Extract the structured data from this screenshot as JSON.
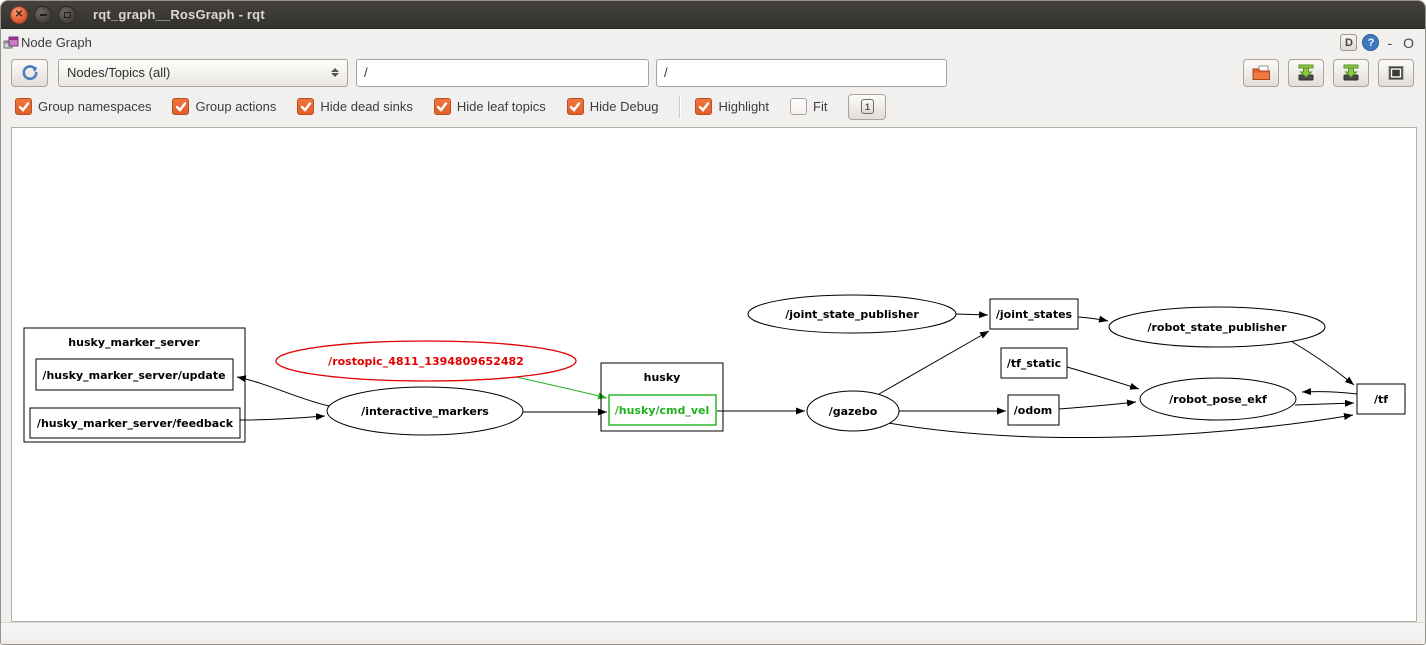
{
  "window": {
    "title": "rqt_graph__RosGraph - rqt"
  },
  "plugin": {
    "title": "Node Graph",
    "detach_label": "D",
    "help_label": "?",
    "minimize_label": "-",
    "close_label": "O"
  },
  "toolbar": {
    "graph_type_value": "Nodes/Topics (all)",
    "node_filter_value": "/",
    "topic_filter_value": "/",
    "fit_button_label": "1"
  },
  "options": [
    {
      "label": "Group namespaces",
      "checked": true
    },
    {
      "label": "Group actions",
      "checked": true
    },
    {
      "label": "Hide dead sinks",
      "checked": true
    },
    {
      "label": "Hide leaf topics",
      "checked": true
    },
    {
      "label": "Hide Debug",
      "checked": true
    },
    {
      "label": "Highlight",
      "checked": true
    },
    {
      "label": "Fit",
      "checked": false
    }
  ],
  "colors": {
    "checkbox_orange": "#e9652e",
    "error_red": "#e20000",
    "active_green": "#1faf1f",
    "help_blue": "#3d79bd",
    "titlebar_dark": "#3a3834"
  },
  "graph": {
    "nodes": {
      "husky_marker_server_group": "husky_marker_server",
      "update_topic": "/husky_marker_server/update",
      "feedback_topic": "/husky_marker_server/feedback",
      "interactive_markers": "/interactive_markers",
      "rostopic_node": "/rostopic_4811_1394809652482",
      "husky_group": "husky",
      "cmd_vel_topic": "/husky/cmd_vel",
      "gazebo": "/gazebo",
      "joint_state_publisher": "/joint_state_publisher",
      "joint_states_topic": "/joint_states",
      "robot_state_publisher": "/robot_state_publisher",
      "tf_static_topic": "/tf_static",
      "odom_topic": "/odom",
      "robot_pose_ekf": "/robot_pose_ekf",
      "tf_topic": "/tf"
    },
    "edges": [
      {
        "from": "/interactive_markers",
        "to": "/husky_marker_server/update",
        "color": "black"
      },
      {
        "from": "/husky_marker_server/feedback",
        "to": "/interactive_markers",
        "color": "black"
      },
      {
        "from": "/interactive_markers",
        "to": "/husky/cmd_vel",
        "color": "black"
      },
      {
        "from": "/rostopic_4811_1394809652482",
        "to": "/husky/cmd_vel",
        "color": "green"
      },
      {
        "from": "/husky/cmd_vel",
        "to": "/gazebo",
        "color": "black"
      },
      {
        "from": "/joint_state_publisher",
        "to": "/joint_states",
        "color": "black"
      },
      {
        "from": "/gazebo",
        "to": "/joint_states",
        "color": "black"
      },
      {
        "from": "/gazebo",
        "to": "/odom",
        "color": "black"
      },
      {
        "from": "/gazebo",
        "to": "/tf",
        "color": "black"
      },
      {
        "from": "/joint_states",
        "to": "/robot_state_publisher",
        "color": "black"
      },
      {
        "from": "/tf_static",
        "to": "/robot_pose_ekf",
        "color": "black"
      },
      {
        "from": "/odom",
        "to": "/robot_pose_ekf",
        "color": "black"
      },
      {
        "from": "/robot_state_publisher",
        "to": "/tf",
        "color": "black"
      },
      {
        "from": "/robot_pose_ekf",
        "to": "/tf",
        "color": "black"
      },
      {
        "from": "/tf",
        "to": "/robot_pose_ekf",
        "color": "black"
      }
    ]
  }
}
